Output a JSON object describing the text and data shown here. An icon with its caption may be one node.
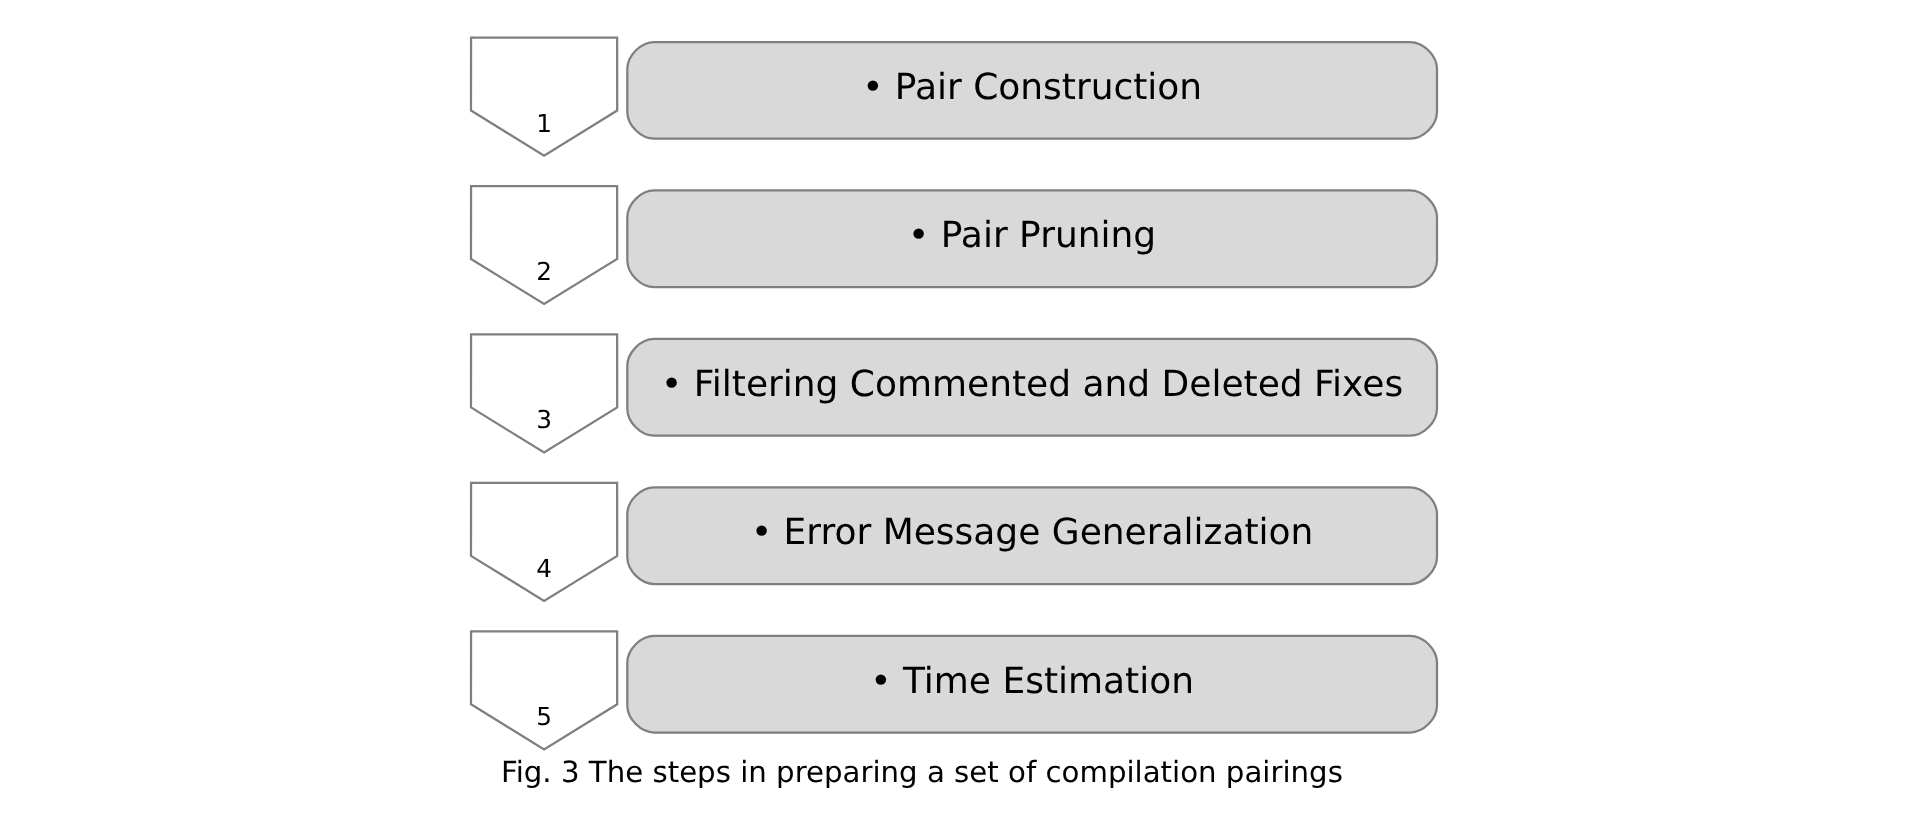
{
  "diagram": {
    "caption": "Fig. 3 The steps in preparing a set of compilation pairings",
    "nodes": [
      {
        "text": [
          "1"
        ]
      },
      {
        "text": [
          "• Pair Construction"
        ]
      },
      {
        "text": [
          "2"
        ]
      },
      {
        "text": [
          "• Pair Pruning"
        ]
      },
      {
        "text": [
          "3"
        ]
      },
      {
        "text": [
          "• Filtering Commented and Deleted Fixes"
        ]
      },
      {
        "text": [
          "4"
        ]
      },
      {
        "text": [
          "• Error Message Generalization"
        ]
      },
      {
        "text": [
          "5"
        ]
      },
      {
        "text": [
          "• Time Estimation"
        ]
      }
    ],
    "edges": []
  }
}
